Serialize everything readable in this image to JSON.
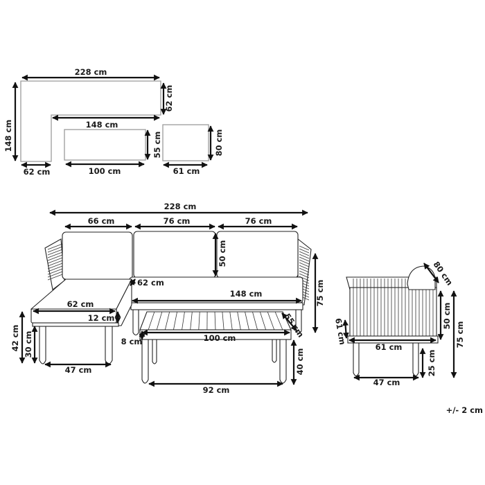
{
  "plan_view": {
    "corner_sofa": {
      "width": "228 cm",
      "depth": "148 cm",
      "arm_depth": "62 cm",
      "inner_length": "148 cm",
      "chaise_width": "62 cm"
    },
    "table": {
      "width": "100 cm",
      "depth": "55 cm"
    },
    "armchair": {
      "width": "61 cm",
      "depth": "80 cm"
    }
  },
  "front_view": {
    "sofa": {
      "total_width": "228 cm",
      "section_left": "66 cm",
      "section_middle": "76 cm",
      "section_right": "76 cm",
      "backrest_height": "50 cm",
      "seat_depth": "62 cm",
      "seat_length": "148 cm",
      "total_height": "75 cm",
      "chaise_width": "62 cm",
      "cushion_thickness": "12 cm",
      "seat_height": "42 cm",
      "leg_height": "30 cm",
      "leg_span": "47 cm"
    },
    "table": {
      "depth": "55 cm",
      "width": "100 cm",
      "top_thickness": "8 cm",
      "height": "40 cm",
      "leg_span": "92 cm"
    },
    "armchair": {
      "depth": "80 cm",
      "seat_depth": "61 cm",
      "width": "61 cm",
      "arm_height": "50 cm",
      "total_height": "75 cm",
      "leg_height": "25 cm",
      "leg_span": "47 cm"
    }
  },
  "tolerance_note": "+/- 2 cm"
}
